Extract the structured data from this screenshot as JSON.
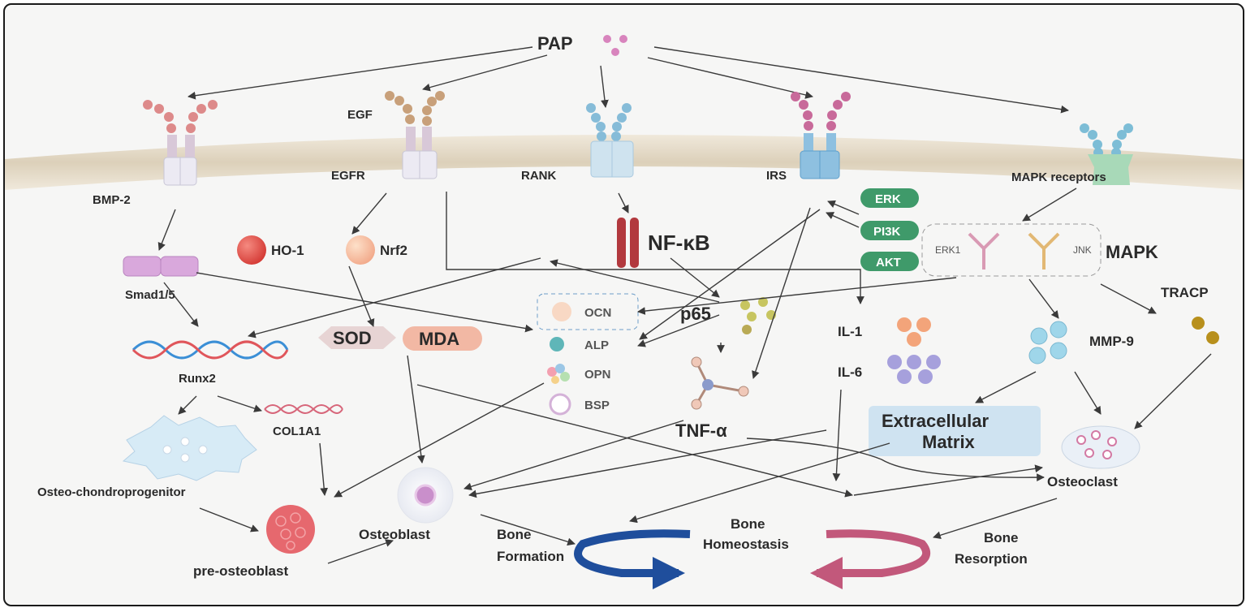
{
  "labels": {
    "pap": "PAP",
    "egf": "EGF",
    "bmp2": "BMP-2",
    "egfr": "EGFR",
    "rank": "RANK",
    "irs": "IRS",
    "mapk_receptors": "MAPK receptors",
    "erk": "ERK",
    "pi3k": "PI3K",
    "akt": "AKT",
    "erk1": "ERK1",
    "jnk": "JNK",
    "mapk": "MAPK",
    "nfkb": "NF-κB",
    "ho1": "HO-1",
    "nrf2": "Nrf2",
    "smad": "Smad1/5",
    "runx2": "Runx2",
    "sod": "SOD",
    "mda": "MDA",
    "ocn": "OCN",
    "alp": "ALP",
    "opn": "OPN",
    "bsp": "BSP",
    "p65": "p65",
    "tnfa": "TNF-α",
    "il1": "IL-1",
    "il6": "IL-6",
    "mmp9": "MMP-9",
    "tracp": "TRACP",
    "ecm_line1": "Extracellular",
    "ecm_line2": "Matrix",
    "col1a1": "COL1A1",
    "osteo_chondro": "Osteo-chondroprogenitor",
    "pre_osteoblast": "pre-osteoblast",
    "osteoblast": "Osteoblast",
    "osteoclast": "Osteoclast",
    "bone_formation_1": "Bone",
    "bone_formation_2": "Formation",
    "bone_homeostasis_1": "Bone",
    "bone_homeostasis_2": "Homeostasis",
    "bone_resorption_1": "Bone",
    "bone_resorption_2": "Resorption"
  },
  "colors": {
    "membrane": "#e4d9c4",
    "blue_arrow": "#1f4e9c",
    "pink_arrow": "#c2587b",
    "nfkb": "#b2393e",
    "ecm_box": "#cfe3f1",
    "erk_pill": "#3f9a6a"
  }
}
